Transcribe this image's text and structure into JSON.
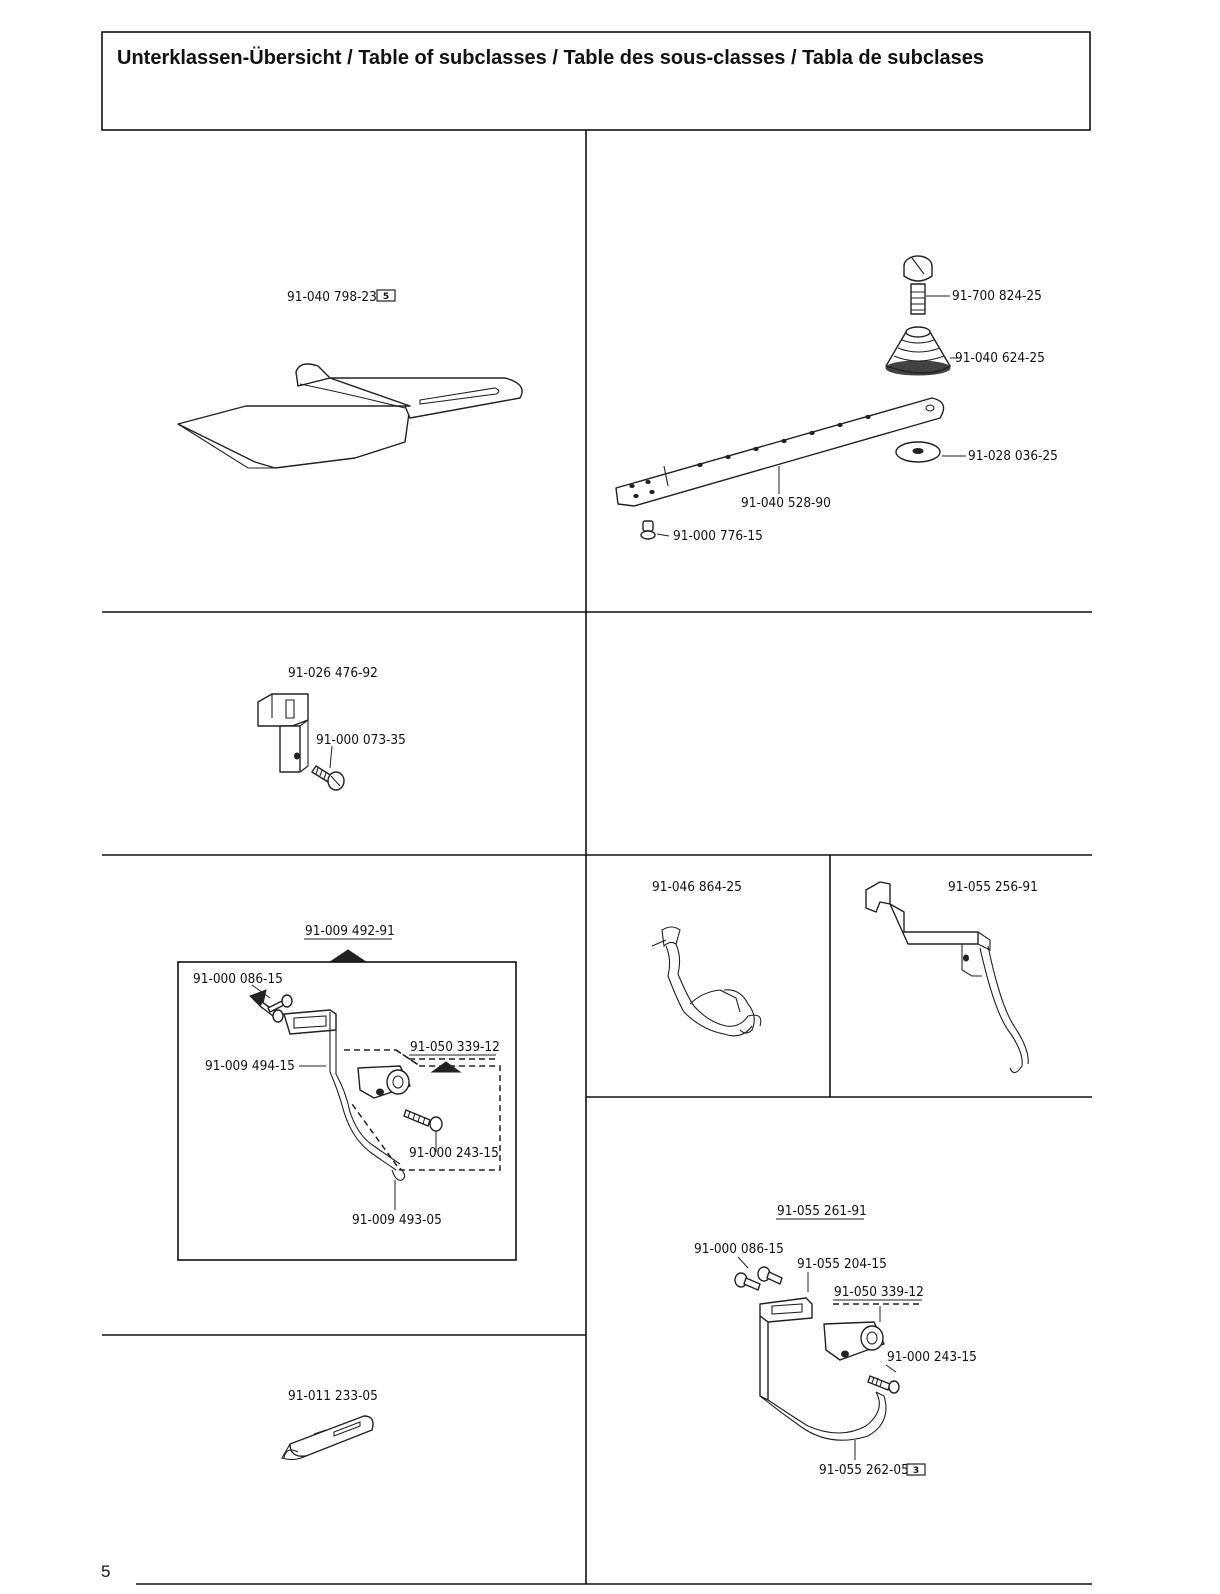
{
  "header": {
    "title": "Unterklassen-Übersicht / Table of subclasses / Table des sous-classes / Tabla de subclases"
  },
  "page_number": "5",
  "cells": {
    "cell1": {
      "part": "91-040 798-23",
      "badge": "5"
    },
    "cell2": {
      "parts": [
        "91-700 824-25",
        "91-040 624-25",
        "91-028 036-25",
        "91-040 528-90",
        "91-000 776-15"
      ]
    },
    "cell3": {
      "parts": [
        "91-026 476-92",
        "91-000 073-35"
      ]
    },
    "cell5": {
      "assembly": "91-009 492-91",
      "parts": [
        "91-000 086-15",
        "91-009 494-15",
        "91-050 339-12",
        "91-000 243-15",
        "91-009 493-05"
      ]
    },
    "cell6": {
      "part": "91-046 864-25"
    },
    "cell7": {
      "part": "91-055 256-91"
    },
    "cell8": {
      "part": "91-011 233-05"
    },
    "cell9": {
      "assembly": "91-055 261-91",
      "parts": [
        "91-000 086-15",
        "91-055 204-15",
        "91-050 339-12",
        "91-000 243-15",
        "91-055 262-05"
      ],
      "badge": "3"
    }
  }
}
